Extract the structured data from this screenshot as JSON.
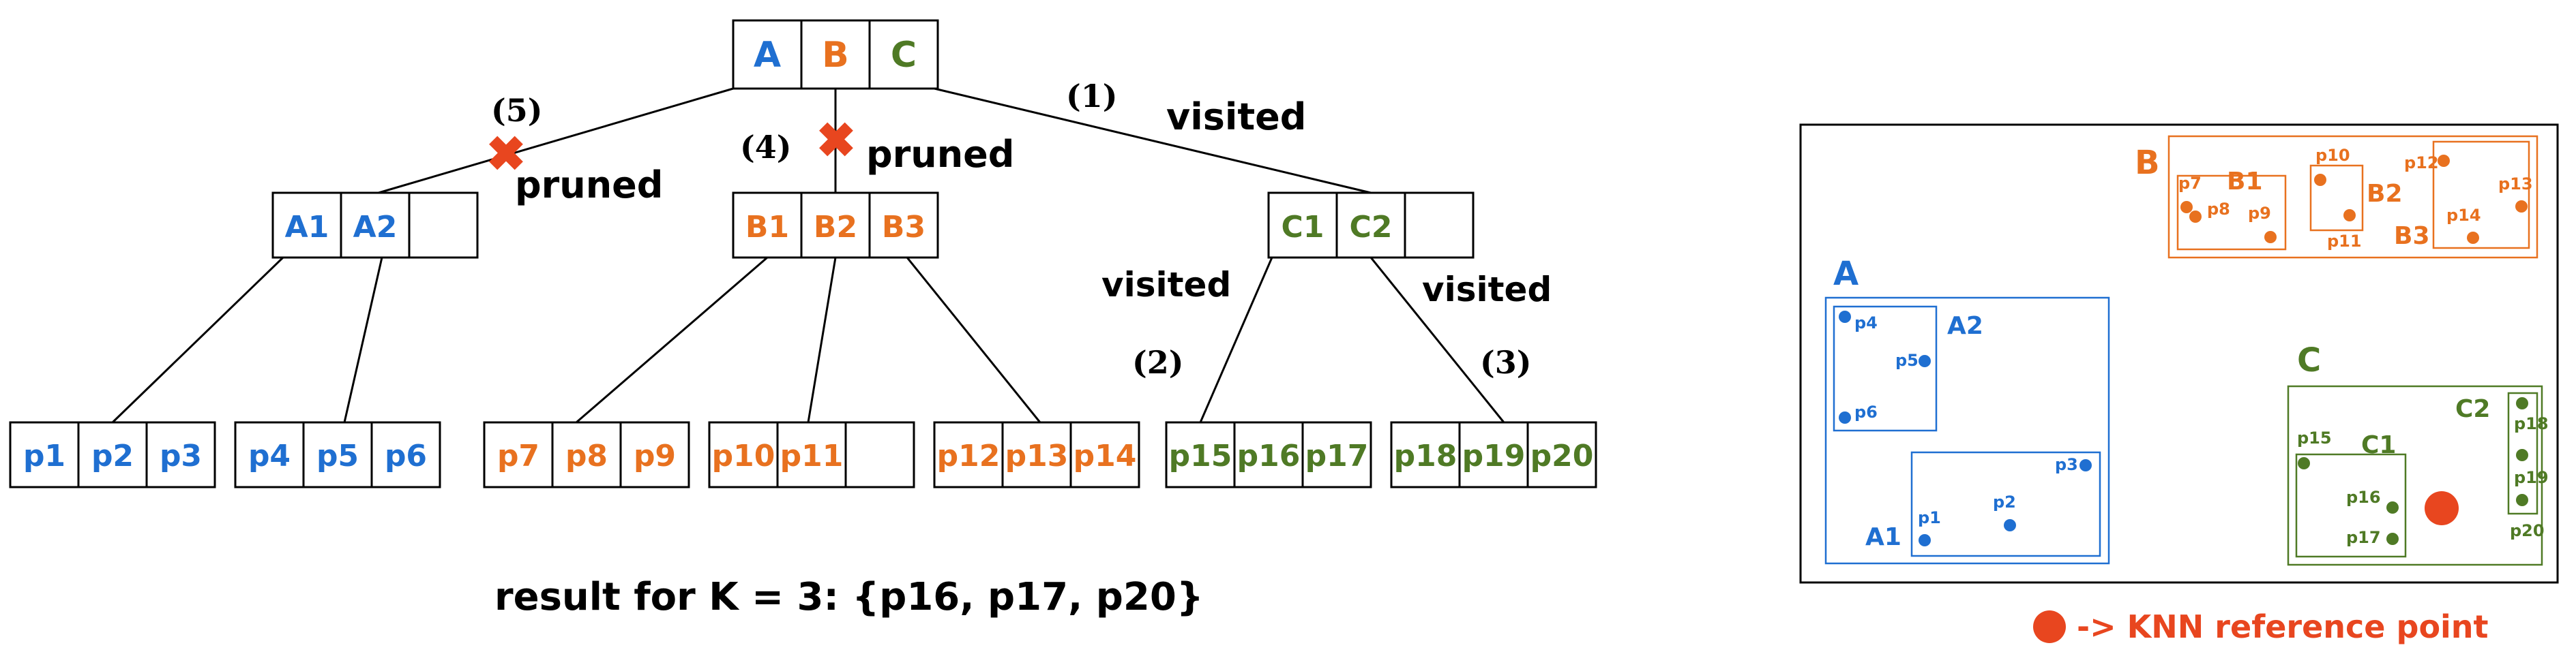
{
  "colors": {
    "a": "#1f6fd1",
    "b": "#e8711f",
    "c": "#4f7a25",
    "prune": "#e8461f",
    "line": "#000000"
  },
  "tree": {
    "root": [
      "A",
      "B",
      "C"
    ],
    "level1": {
      "A": [
        "A1",
        "A2",
        ""
      ],
      "B": [
        "B1",
        "B2",
        "B3"
      ],
      "C": [
        "C1",
        "C2",
        ""
      ]
    },
    "leaves": {
      "A1": [
        "p1",
        "p2",
        "p3"
      ],
      "A2": [
        "p4",
        "p5",
        "p6"
      ],
      "B1": [
        "p7",
        "p8",
        "p9"
      ],
      "B2": [
        "p10",
        "p11",
        ""
      ],
      "B3": [
        "p12",
        "p13",
        "p14"
      ],
      "C1": [
        "p15",
        "p16",
        "p17"
      ],
      "C2": [
        "p18",
        "p19",
        "p20"
      ]
    },
    "annotations": {
      "step1": "(1)",
      "step2": "(2)",
      "step3": "(3)",
      "step4": "(4)",
      "step5": "(5)",
      "visited": "visited",
      "pruned": "pruned",
      "prune_mark": "✖"
    },
    "result": "result for K = 3:  {p16, p17, p20}"
  },
  "spatial": {
    "region_labels": {
      "A": "A",
      "A1": "A1",
      "A2": "A2",
      "B": "B",
      "B1": "B1",
      "B2": "B2",
      "B3": "B3",
      "C": "C",
      "C1": "C1",
      "C2": "C2"
    },
    "points": {
      "p1": "p1",
      "p2": "p2",
      "p3": "p3",
      "p4": "p4",
      "p5": "p5",
      "p6": "p6",
      "p7": "p7",
      "p8": "p8",
      "p9": "p9",
      "p10": "p10",
      "p11": "p11",
      "p12": "p12",
      "p13": "p13",
      "p14": "p14",
      "p15": "p15",
      "p16": "p16",
      "p17": "p17",
      "p18": "p18",
      "p19": "p19",
      "p20": "p20"
    },
    "legend": "-> KNN reference point"
  }
}
